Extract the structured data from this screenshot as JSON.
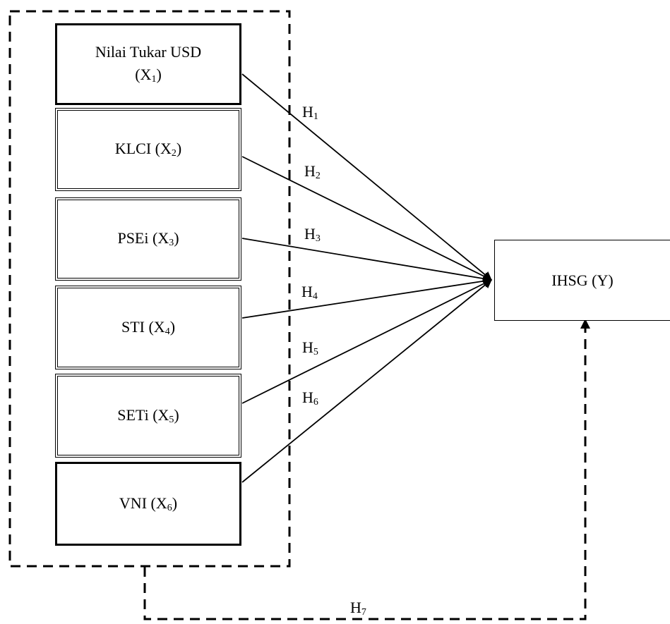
{
  "independent_variables": [
    {
      "name": "Nilai Tukar USD",
      "symbol": "X",
      "index": "1"
    },
    {
      "name": "KLCI",
      "symbol": "X",
      "index": "2"
    },
    {
      "name": "PSEi",
      "symbol": "X",
      "index": "3"
    },
    {
      "name": "STI",
      "symbol": "X",
      "index": "4"
    },
    {
      "name": "SETi",
      "symbol": "X",
      "index": "5"
    },
    {
      "name": "VNI",
      "symbol": "X",
      "index": "6"
    }
  ],
  "dependent_variable": {
    "name": "IHSG",
    "symbol": "Y"
  },
  "hypotheses": [
    {
      "letter": "H",
      "index": "1"
    },
    {
      "letter": "H",
      "index": "2"
    },
    {
      "letter": "H",
      "index": "3"
    },
    {
      "letter": "H",
      "index": "4"
    },
    {
      "letter": "H",
      "index": "5"
    },
    {
      "letter": "H",
      "index": "6"
    },
    {
      "letter": "H",
      "index": "7"
    }
  ],
  "colors": {
    "line": "#000000",
    "background": "#ffffff"
  }
}
